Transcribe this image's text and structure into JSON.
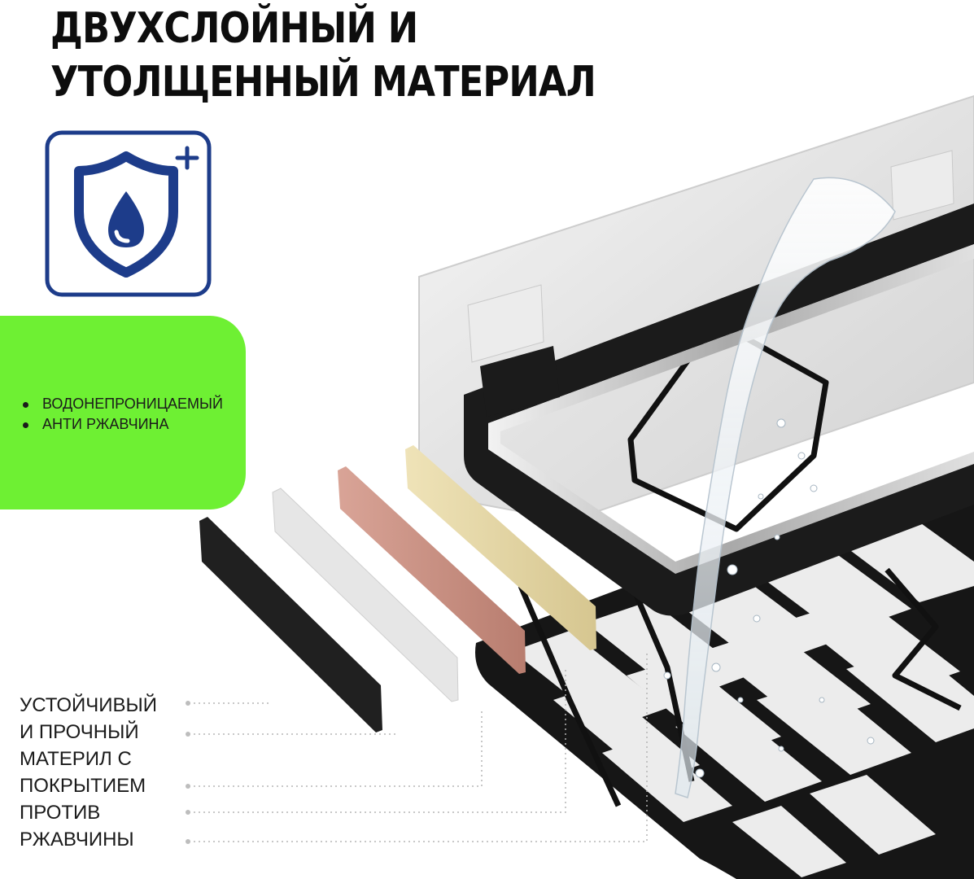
{
  "title": {
    "line1": "ДВУХСЛОЙНЫЙ И",
    "line2": "УТОЛЩЕННЫЙ МАТЕРИАЛ"
  },
  "badge": {
    "icon": "waterproof-shield-icon",
    "border_color": "#1d3c8a",
    "accent_color": "#1d3c8a"
  },
  "features": {
    "background": "#6ef033",
    "items": [
      "ВОДОНЕПРОНИЦАЕМЫЙ",
      "АНТИ РЖАВЧИНА"
    ]
  },
  "layers": {
    "colors": [
      "#202020",
      "#e6e6e6",
      "#c98f82",
      "#e3d6a8"
    ]
  },
  "callout": {
    "lines": [
      "УСТОЙЧИВЫЙ",
      "И ПРОЧНЫЙ",
      "МАТЕРИЛ С",
      "ПОКРЫТИЕМ",
      "ПРОТИВ",
      "РЖАВЧИНЫ"
    ]
  }
}
